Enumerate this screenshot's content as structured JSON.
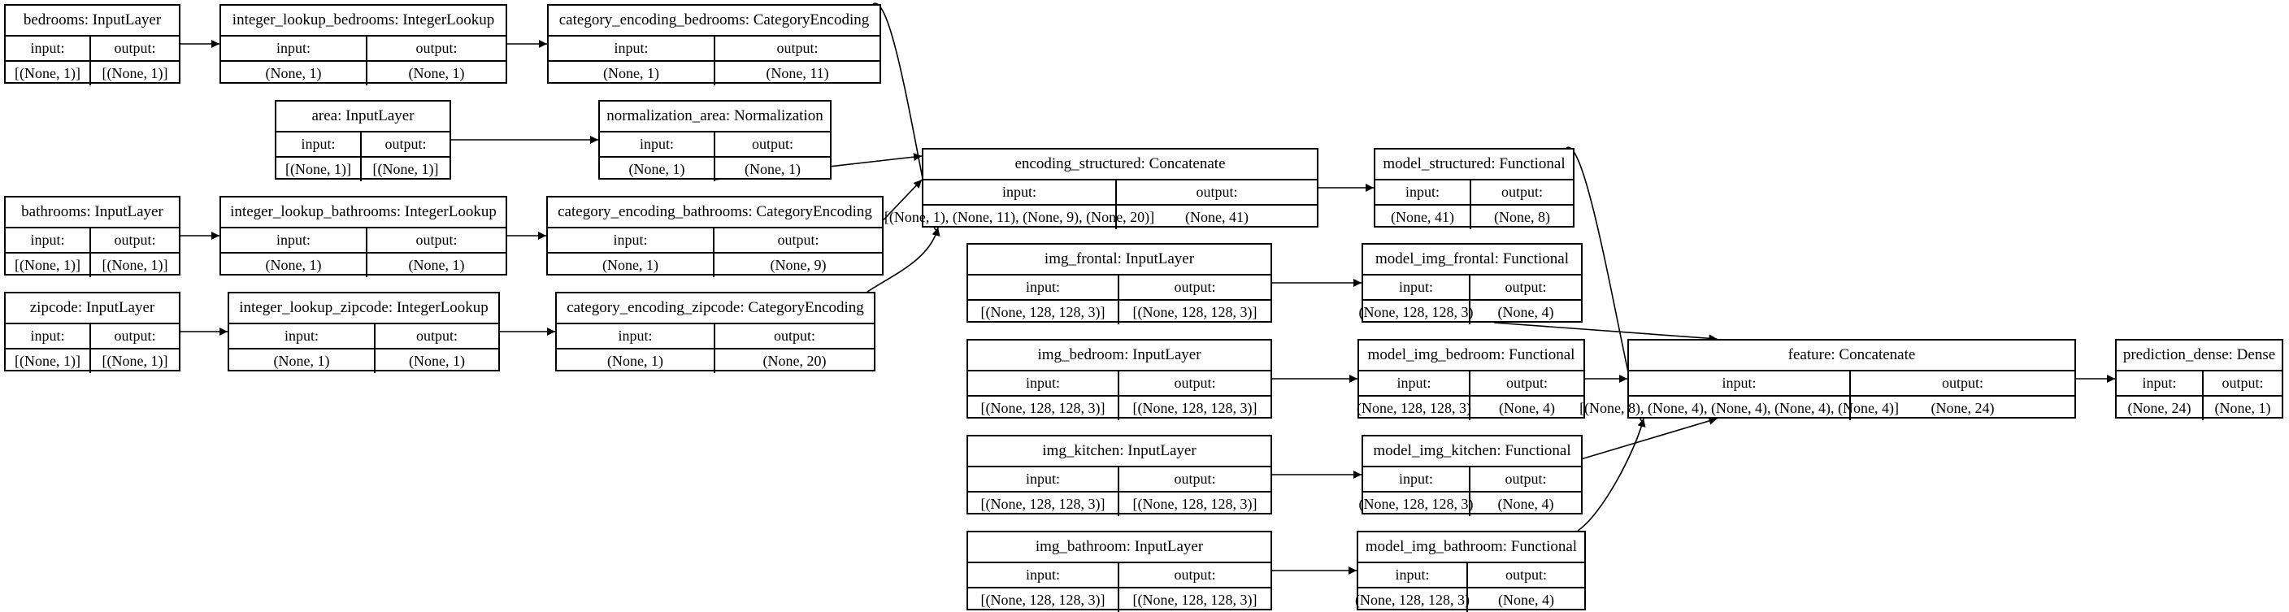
{
  "io_labels": {
    "input": "input:",
    "output": "output:"
  },
  "nodes": [
    {
      "id": "bedrooms",
      "title": "bedrooms: InputLayer",
      "input": "[(None, 1)]",
      "output": "[(None, 1)]"
    },
    {
      "id": "integer_lookup_bedrooms",
      "title": "integer_lookup_bedrooms: IntegerLookup",
      "input": "(None, 1)",
      "output": "(None, 1)"
    },
    {
      "id": "category_encoding_bedrooms",
      "title": "category_encoding_bedrooms: CategoryEncoding",
      "input": "(None, 1)",
      "output": "(None, 11)"
    },
    {
      "id": "area",
      "title": "area: InputLayer",
      "input": "[(None, 1)]",
      "output": "[(None, 1)]"
    },
    {
      "id": "normalization_area",
      "title": "normalization_area: Normalization",
      "input": "(None, 1)",
      "output": "(None, 1)"
    },
    {
      "id": "bathrooms",
      "title": "bathrooms: InputLayer",
      "input": "[(None, 1)]",
      "output": "[(None, 1)]"
    },
    {
      "id": "integer_lookup_bathrooms",
      "title": "integer_lookup_bathrooms: IntegerLookup",
      "input": "(None, 1)",
      "output": "(None, 1)"
    },
    {
      "id": "category_encoding_bathrooms",
      "title": "category_encoding_bathrooms: CategoryEncoding",
      "input": "(None, 1)",
      "output": "(None, 9)"
    },
    {
      "id": "zipcode",
      "title": "zipcode: InputLayer",
      "input": "[(None, 1)]",
      "output": "[(None, 1)]"
    },
    {
      "id": "integer_lookup_zipcode",
      "title": "integer_lookup_zipcode: IntegerLookup",
      "input": "(None, 1)",
      "output": "(None, 1)"
    },
    {
      "id": "category_encoding_zipcode",
      "title": "category_encoding_zipcode: CategoryEncoding",
      "input": "(None, 1)",
      "output": "(None, 20)"
    },
    {
      "id": "encoding_structured",
      "title": "encoding_structured: Concatenate",
      "input": "[(None, 1), (None, 11), (None, 9), (None, 20)]",
      "output": "(None, 41)"
    },
    {
      "id": "model_structured",
      "title": "model_structured: Functional",
      "input": "(None, 41)",
      "output": "(None, 8)"
    },
    {
      "id": "img_frontal",
      "title": "img_frontal: InputLayer",
      "input": "[(None, 128, 128, 3)]",
      "output": "[(None, 128, 128, 3)]"
    },
    {
      "id": "model_img_frontal",
      "title": "model_img_frontal: Functional",
      "input": "(None, 128, 128, 3)",
      "output": "(None, 4)"
    },
    {
      "id": "img_bedroom",
      "title": "img_bedroom: InputLayer",
      "input": "[(None, 128, 128, 3)]",
      "output": "[(None, 128, 128, 3)]"
    },
    {
      "id": "model_img_bedroom",
      "title": "model_img_bedroom: Functional",
      "input": "(None, 128, 128, 3)",
      "output": "(None, 4)"
    },
    {
      "id": "img_kitchen",
      "title": "img_kitchen: InputLayer",
      "input": "[(None, 128, 128, 3)]",
      "output": "[(None, 128, 128, 3)]"
    },
    {
      "id": "model_img_kitchen",
      "title": "model_img_kitchen: Functional",
      "input": "(None, 128, 128, 3)",
      "output": "(None, 4)"
    },
    {
      "id": "img_bathroom",
      "title": "img_bathroom: InputLayer",
      "input": "[(None, 128, 128, 3)]",
      "output": "[(None, 128, 128, 3)]"
    },
    {
      "id": "model_img_bathroom",
      "title": "model_img_bathroom: Functional",
      "input": "(None, 128, 128, 3)",
      "output": "(None, 4)"
    },
    {
      "id": "feature",
      "title": "feature: Concatenate",
      "input": "[(None, 8), (None, 4), (None, 4), (None, 4), (None, 4)]",
      "output": "(None, 24)"
    },
    {
      "id": "prediction_dense",
      "title": "prediction_dense: Dense",
      "input": "(None, 24)",
      "output": "(None, 1)"
    }
  ],
  "edges": [
    {
      "from": "bedrooms",
      "to": "integer_lookup_bedrooms"
    },
    {
      "from": "integer_lookup_bedrooms",
      "to": "category_encoding_bedrooms"
    },
    {
      "from": "category_encoding_bedrooms",
      "to": "encoding_structured"
    },
    {
      "from": "area",
      "to": "normalization_area"
    },
    {
      "from": "normalization_area",
      "to": "encoding_structured"
    },
    {
      "from": "bathrooms",
      "to": "integer_lookup_bathrooms"
    },
    {
      "from": "integer_lookup_bathrooms",
      "to": "category_encoding_bathrooms"
    },
    {
      "from": "category_encoding_bathrooms",
      "to": "encoding_structured"
    },
    {
      "from": "zipcode",
      "to": "integer_lookup_zipcode"
    },
    {
      "from": "integer_lookup_zipcode",
      "to": "category_encoding_zipcode"
    },
    {
      "from": "category_encoding_zipcode",
      "to": "encoding_structured"
    },
    {
      "from": "encoding_structured",
      "to": "model_structured"
    },
    {
      "from": "model_structured",
      "to": "feature"
    },
    {
      "from": "img_frontal",
      "to": "model_img_frontal"
    },
    {
      "from": "model_img_frontal",
      "to": "feature"
    },
    {
      "from": "img_bedroom",
      "to": "model_img_bedroom"
    },
    {
      "from": "model_img_bedroom",
      "to": "feature"
    },
    {
      "from": "img_kitchen",
      "to": "model_img_kitchen"
    },
    {
      "from": "model_img_kitchen",
      "to": "feature"
    },
    {
      "from": "img_bathroom",
      "to": "model_img_bathroom"
    },
    {
      "from": "model_img_bathroom",
      "to": "feature"
    },
    {
      "from": "feature",
      "to": "prediction_dense"
    }
  ]
}
